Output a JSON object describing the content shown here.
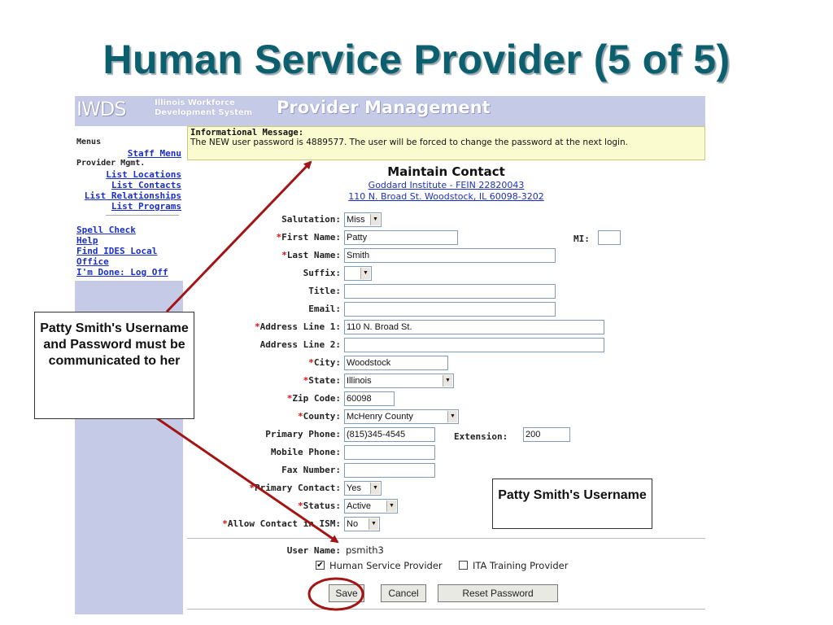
{
  "slide": {
    "title": "Human Service Provider (5 of 5)"
  },
  "header": {
    "logo": "IWDS",
    "logo_sub_1": "Illinois Workforce",
    "logo_sub_2": "Development System",
    "app_title": "Provider Management"
  },
  "sidebar": {
    "menus_label": "Menus",
    "staff_menu": "Staff Menu",
    "provider_mgmt": "Provider Mgmt.",
    "items": [
      "List Locations",
      "List Contacts",
      "List Relationships",
      "List Programs"
    ],
    "links": [
      "Spell Check",
      "Help",
      "Find IDES Local",
      "Office",
      "I'm Done: Log Off"
    ]
  },
  "message": {
    "heading": "Informational Message:",
    "text": "The NEW user password is 4889577. The user will be forced to change the password at the next login."
  },
  "form": {
    "title": "Maintain Contact",
    "link1": "Goddard Institute - FEIN 22820043",
    "link2": "110 N. Broad St. Woodstock, IL 60098-3202",
    "labels": {
      "salutation": "Salutation:",
      "first_name": "First Name:",
      "mi": "MI:",
      "last_name": "Last Name:",
      "suffix": "Suffix:",
      "title": "Title:",
      "email": "Email:",
      "address1": "Address Line 1:",
      "address2": "Address Line 2:",
      "city": "City:",
      "state": "State:",
      "zip": "Zip Code:",
      "county": "County:",
      "primary_phone": "Primary Phone:",
      "extension": "Extension:",
      "mobile_phone": "Mobile Phone:",
      "fax": "Fax Number:",
      "primary_contact": "Primary Contact:",
      "status": "Status:",
      "allow_contact": "Allow Contact in ISM:",
      "user_name": "User Name:"
    },
    "values": {
      "salutation": "Miss",
      "first_name": "Patty",
      "mi": "",
      "last_name": "Smith",
      "suffix": "",
      "title": "",
      "email": "",
      "address1": "110 N. Broad St.",
      "address2": "",
      "city": "Woodstock",
      "state": "Illinois",
      "zip": "60098",
      "county": "McHenry County",
      "primary_phone": "(815)345-4545",
      "extension": "200",
      "mobile_phone": "",
      "fax": "",
      "primary_contact": "Yes",
      "status": "Active",
      "allow_contact": "No",
      "user_name": "psmith3"
    },
    "checkboxes": [
      {
        "label": "Human Service Provider",
        "checked": true
      },
      {
        "label": "ITA Training Provider",
        "checked": false
      }
    ],
    "buttons": {
      "save": "Save",
      "cancel": "Cancel",
      "reset": "Reset Password"
    }
  },
  "callouts": {
    "left": "Patty Smith's Username and Password must be communicated to her",
    "right": "Patty Smith's Username"
  },
  "colors": {
    "title": "#0b5f6e",
    "sidebar": "#c5cbe6",
    "message_bg": "#fbfbd0",
    "link": "#1b2fc8",
    "arrow": "#a31515"
  }
}
